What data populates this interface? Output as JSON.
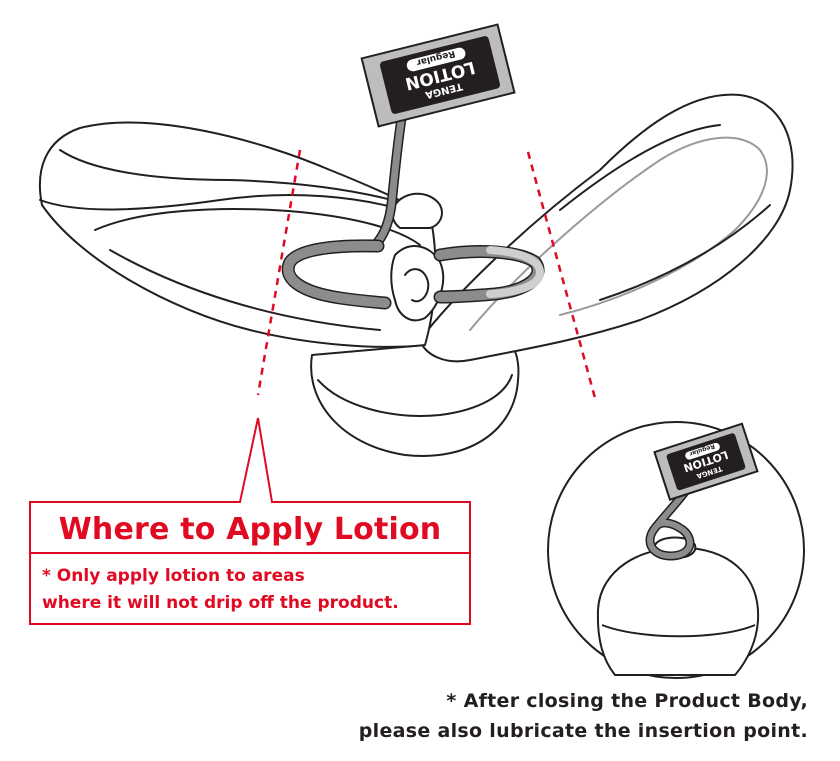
{
  "callout": {
    "title": "Where to Apply Lotion",
    "note_line1": "* Only apply lotion to areas",
    "note_line2": "where it will not drip off the product."
  },
  "footnote": {
    "line1": "* After closing the Product Body,",
    "line2": "please also lubricate the insertion point."
  },
  "sachet": {
    "brand": "TENGA",
    "product": "LOTION",
    "variant": "Regular"
  },
  "colors": {
    "accent_red": "#e00a22",
    "line": "#231f20",
    "lotion_gray": "#8c8c8c",
    "lotion_light": "#bdbdbd"
  }
}
